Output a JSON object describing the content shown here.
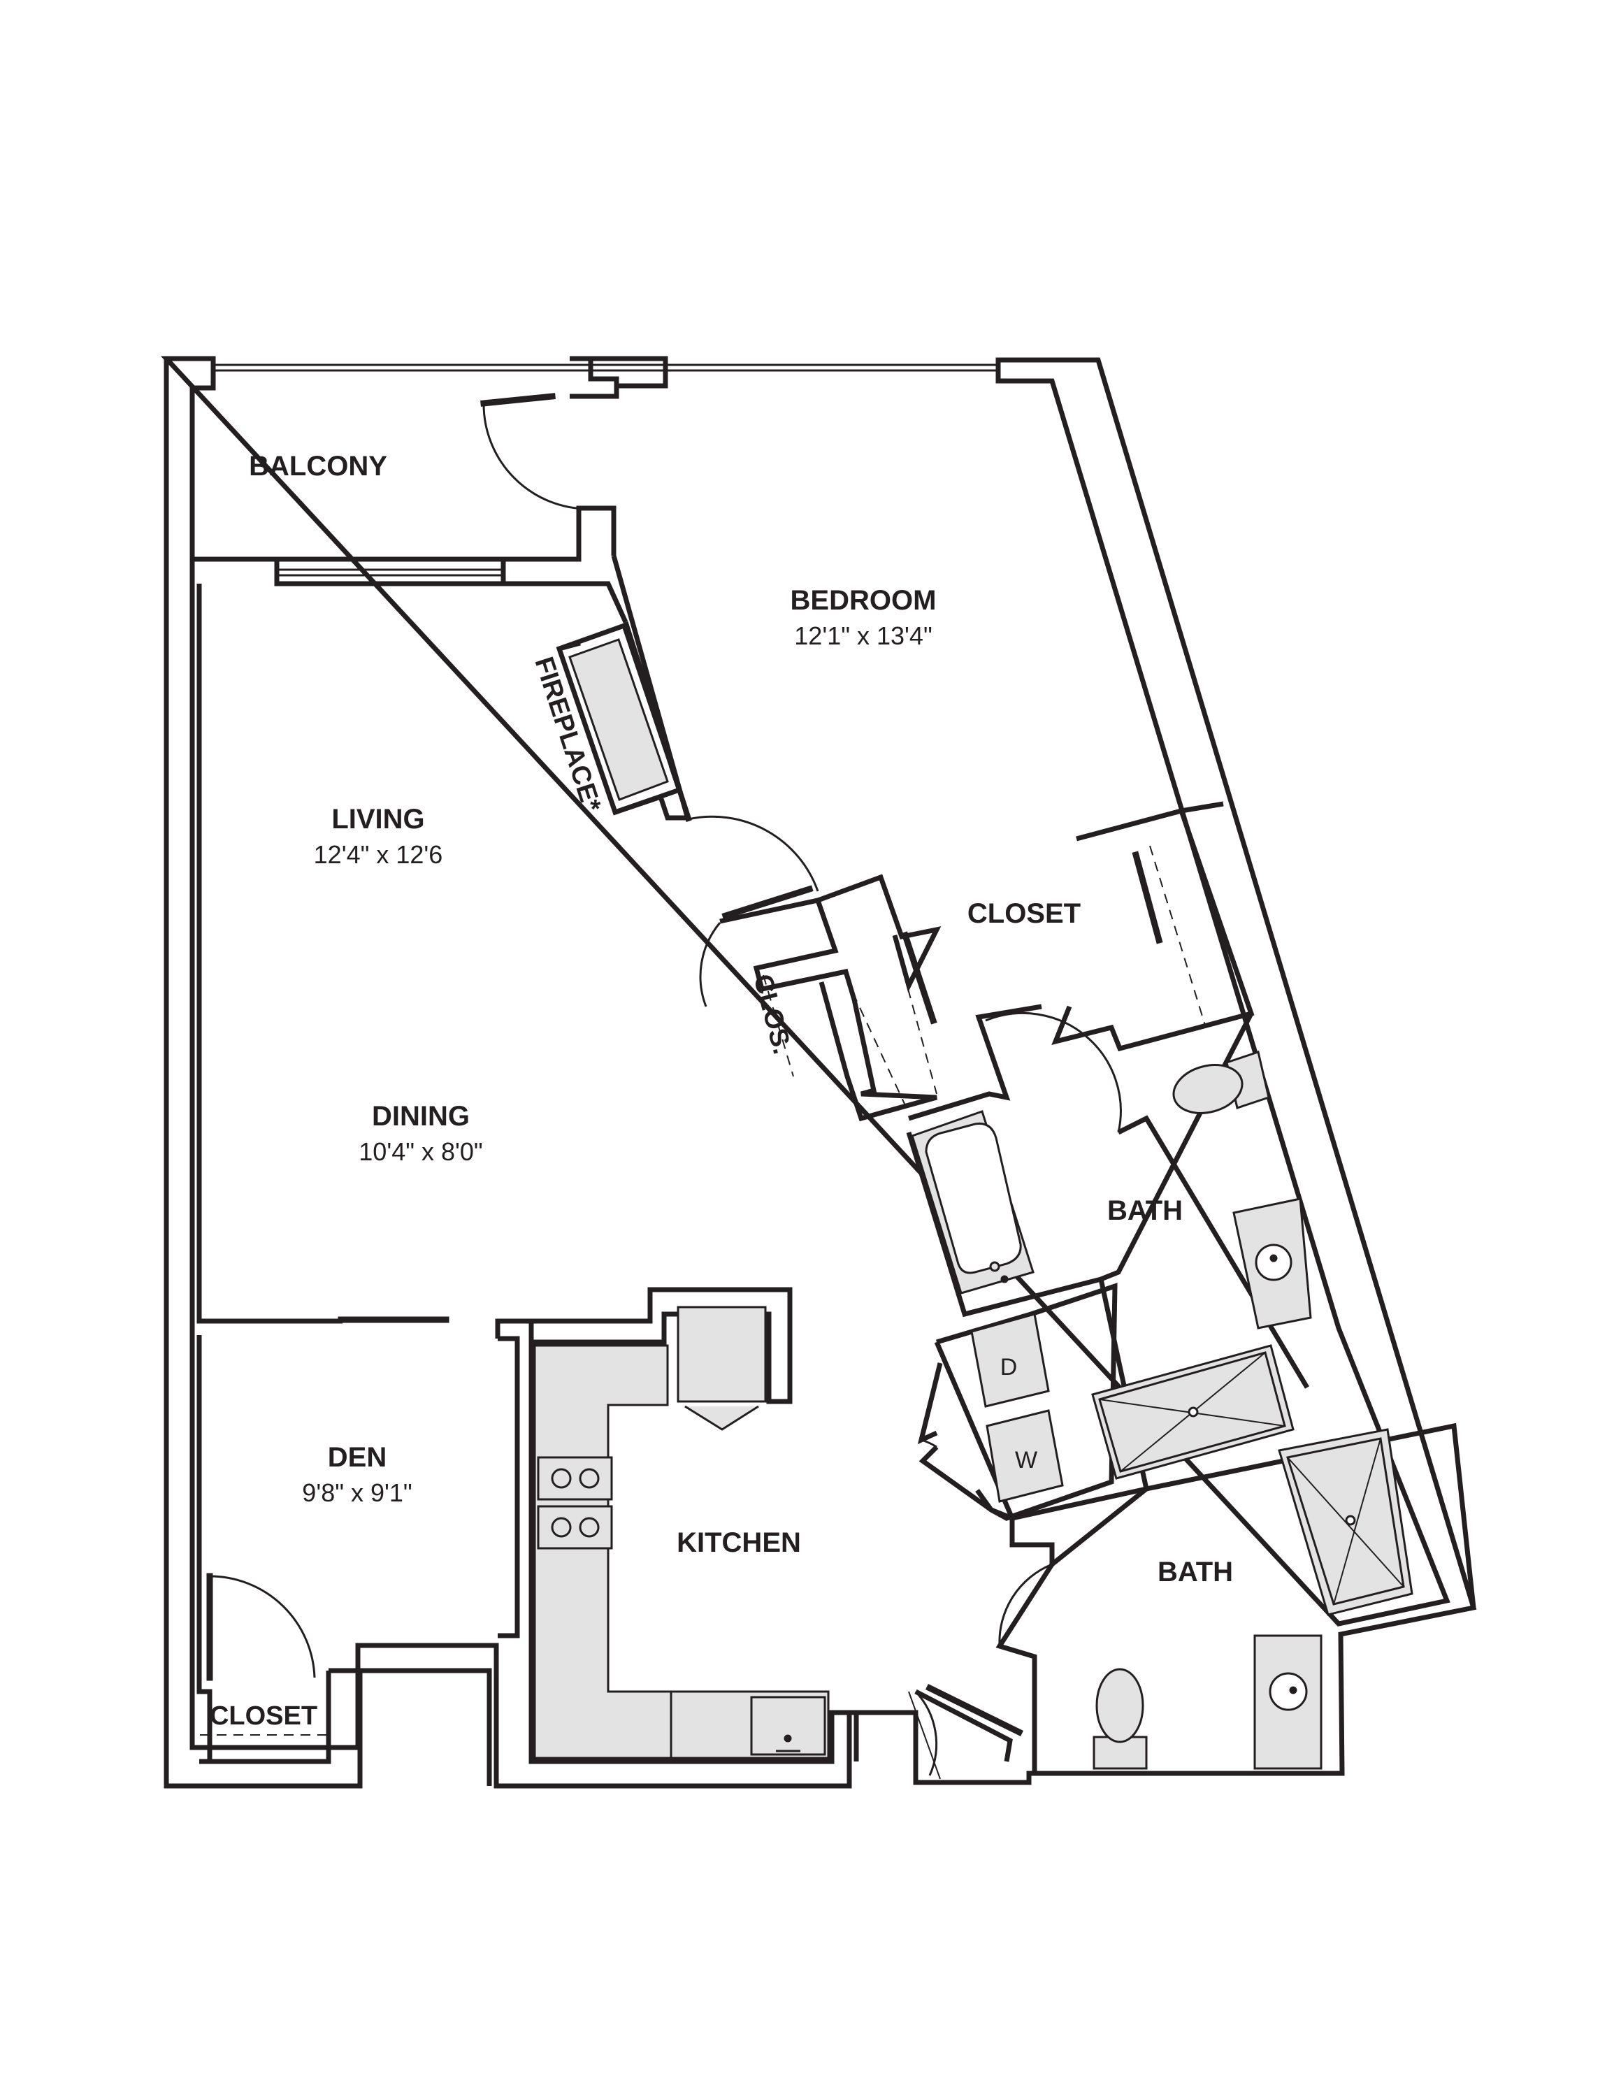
{
  "colors": {
    "wall": "#231f20",
    "fixture_fill": "#e3e3e3",
    "background": "#ffffff"
  },
  "rooms": {
    "balcony": {
      "name": "BALCONY"
    },
    "bedroom": {
      "name": "BEDROOM",
      "dims": "12'1\" x 13'4\""
    },
    "fireplace": {
      "name": "FIREPLACE*"
    },
    "living": {
      "name": "LIVING",
      "dims": "12'4\" x 12'6"
    },
    "closet_main": {
      "name": "CLOSET"
    },
    "clos": {
      "name": "CLOS."
    },
    "dining": {
      "name": "DINING",
      "dims": "10'4\" x 8'0\""
    },
    "bath_master": {
      "name": "BATH"
    },
    "dryer": {
      "name": "D"
    },
    "washer": {
      "name": "W"
    },
    "den": {
      "name": "DEN",
      "dims": "9'8\" x 9'1\""
    },
    "kitchen": {
      "name": "KITCHEN"
    },
    "bath_second": {
      "name": "BATH"
    },
    "closet_den": {
      "name": "CLOSET"
    }
  },
  "icons": [
    "door-swing-icon",
    "window-icon",
    "toilet-icon",
    "sink-icon",
    "bathtub-icon",
    "shower-icon",
    "cooktop-icon",
    "refrigerator-icon",
    "closet-rod-icon"
  ]
}
